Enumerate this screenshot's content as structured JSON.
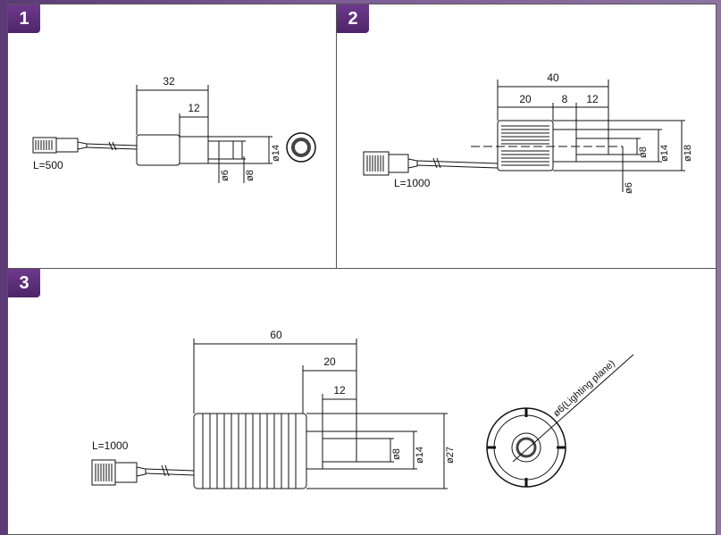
{
  "panels": [
    {
      "number": "1",
      "cable_label": "L=500",
      "dims": {
        "overall": "32",
        "tip": "12",
        "d_small": "ø6",
        "d_mid": "ø8",
        "d_large": "ø14"
      }
    },
    {
      "number": "2",
      "cable_label": "L=1000",
      "dims": {
        "overall": "40",
        "body": "20",
        "mid": "8",
        "tip": "12",
        "d_tip": "ø8",
        "d_mid": "ø14",
        "d_body": "ø18",
        "d_small": "ø6"
      }
    },
    {
      "number": "3",
      "cable_label": "L=1000",
      "dims": {
        "overall": "60",
        "front": "20",
        "tip": "12",
        "d_tip": "ø8",
        "d_mid": "ø14",
        "d_body": "ø27"
      },
      "lighting_label": "ø6(Lighting plane)"
    }
  ]
}
